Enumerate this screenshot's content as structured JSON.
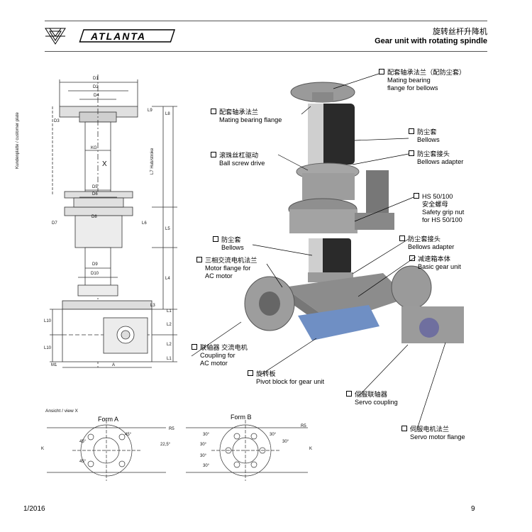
{
  "header": {
    "brand": "ATLANTA",
    "title_cn": "旋转丝杆升降机",
    "title_en": "Gear unit with rotating spindle"
  },
  "drawing": {
    "dims_top": [
      "D1",
      "D2",
      "D4",
      "D3",
      "L9",
      "L8",
      "KG"
    ],
    "dims_mid": [
      "D5",
      "D6",
      "D7",
      "D8",
      "L6",
      "L5",
      "D9",
      "D10",
      "L4",
      "L3",
      "L1",
      "L2",
      "L10",
      "L2",
      "L10",
      "L1"
    ],
    "dims_bottom": [
      "M1",
      "A"
    ],
    "side_labels": [
      "Kundenplatte / customer plate",
      "L7 Hub/stroke"
    ],
    "x_mark": "X"
  },
  "views": {
    "view_label": "Ansicht / view X",
    "form_a": "Form A",
    "form_b": "Form B",
    "k": "K",
    "ka": "K",
    "angles_a": [
      "45°",
      "45°",
      "45°",
      "22,5°"
    ],
    "angles_b": [
      "30°",
      "30°",
      "30°",
      "30°",
      "30°",
      "30°"
    ],
    "r": "R5"
  },
  "callouts": [
    {
      "cn": "配套轴承法兰（配防尘套）",
      "en1": "Mating bearing",
      "en2": "flange for bellows"
    },
    {
      "cn": "配套轴承法兰",
      "en1": "Mating bearing flange",
      "en2": ""
    },
    {
      "cn": "防尘套",
      "en1": "Bellows",
      "en2": ""
    },
    {
      "cn": "滚珠丝杠驱动",
      "en1": "Ball screw drive",
      "en2": ""
    },
    {
      "cn": "防尘套接头",
      "en1": "Bellows adapter",
      "en2": ""
    },
    {
      "cn": "HS 50/100",
      "cn2": "安全螺母",
      "en1": "Safety grip nut",
      "en2": "for HS 50/100"
    },
    {
      "cn": "防尘套",
      "en1": "Bellows",
      "en2": ""
    },
    {
      "cn": "防尘套接头",
      "en1": "Bellows adapter",
      "en2": ""
    },
    {
      "cn": "三相交流电机法兰",
      "en1": "Motor flange for",
      "en2": "AC motor"
    },
    {
      "cn": "减速箱本体",
      "en1": "Basic gear unit",
      "en2": ""
    },
    {
      "cn": "联轴器 交流电机",
      "en1": "Coupling for",
      "en2": "AC motor"
    },
    {
      "cn": "旋转板",
      "en1": "Pivot block for gear unit",
      "en2": ""
    },
    {
      "cn": "伺服联轴器",
      "en1": "Servo coupling",
      "en2": ""
    },
    {
      "cn": "伺服电机法兰",
      "en1": "Servo motor flange",
      "en2": ""
    }
  ],
  "footer": {
    "date": "1/2016",
    "page": "9"
  },
  "colors": {
    "gear_blue": "#6f8fc4",
    "metal": "#8d8d8d",
    "bellows": "#2a2a2a",
    "line": "#555555"
  }
}
